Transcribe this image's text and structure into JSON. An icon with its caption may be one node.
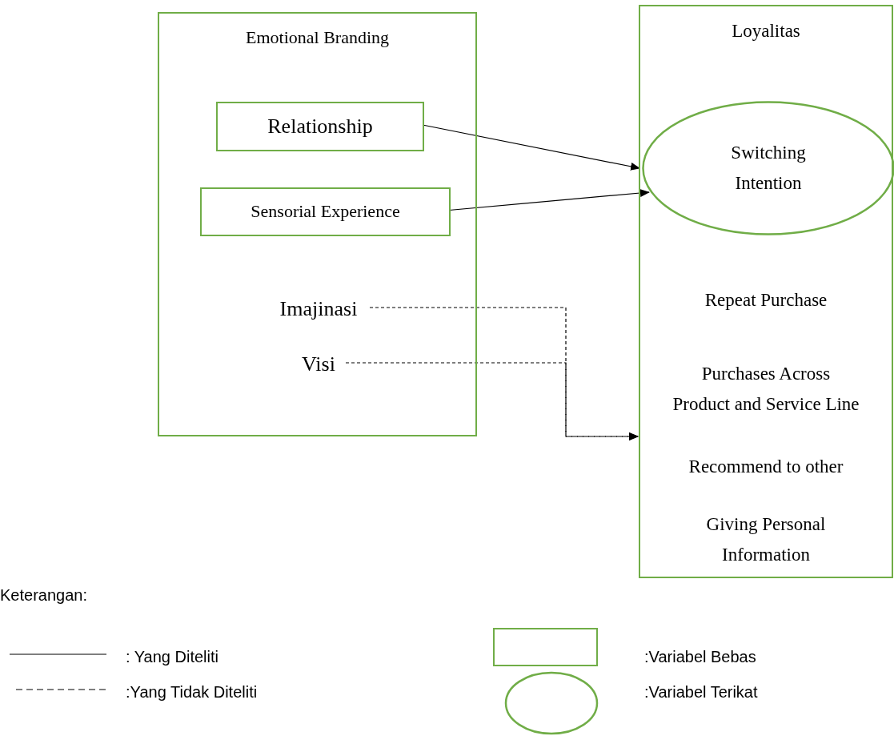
{
  "diagram": {
    "nodes": [
      {
        "text": [
          "Emotional Branding"
        ]
      },
      {
        "text": [
          "Relationship"
        ],
        "in": 0
      },
      {
        "text": [
          "Sensorial Experience"
        ],
        "in": 0
      },
      {
        "text": [
          "Imajinasi"
        ],
        "in": 0
      },
      {
        "text": [
          "Visi"
        ],
        "in": 0
      },
      {
        "text": [
          "Loyalitas",
          "Repeat Purchase",
          "Purchases Across Product and Service Line",
          "Recommend to other",
          "Giving Personal Information"
        ]
      },
      {
        "text": [
          "Switching Intention"
        ],
        "in": 5
      }
    ],
    "edges": [
      {
        "from": 1,
        "to": 6,
        "arrow": "to"
      },
      {
        "from": 2,
        "to": 6,
        "arrow": "to"
      },
      {
        "from": 3,
        "to": 5,
        "arrow": "to",
        "style": "dashed"
      },
      {
        "from": 4,
        "to": 5,
        "arrow": "to",
        "style": "dashed"
      }
    ],
    "labels": [
      "Keterangan:"
    ],
    "legend": [
      {
        "text": ": Yang Diteliti"
      },
      {
        "text": ":Yang Tidak Diteliti"
      },
      {
        "text": ":Variabel Bebas"
      },
      {
        "text": ":Variabel Terikat"
      }
    ]
  }
}
